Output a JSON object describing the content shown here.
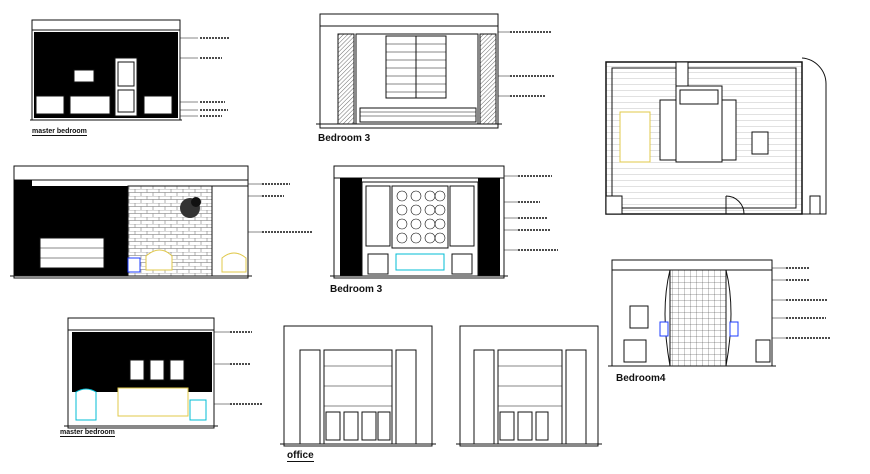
{
  "drawings": [
    {
      "title": "master bedroom"
    },
    {
      "title": "Bedroom 3"
    },
    {
      "title": "Bedroom 3"
    },
    {
      "title": "master bedroom"
    },
    {
      "title": "office"
    },
    {
      "title": "Bedroom4"
    }
  ],
  "colors": {
    "line": "#111111",
    "wall_fill": "#000000",
    "furniture_cyan": "#00bcd4",
    "furniture_yellow": "#e0c84a",
    "furniture_blue": "#1e3cff",
    "hatch_grey": "#777777"
  }
}
